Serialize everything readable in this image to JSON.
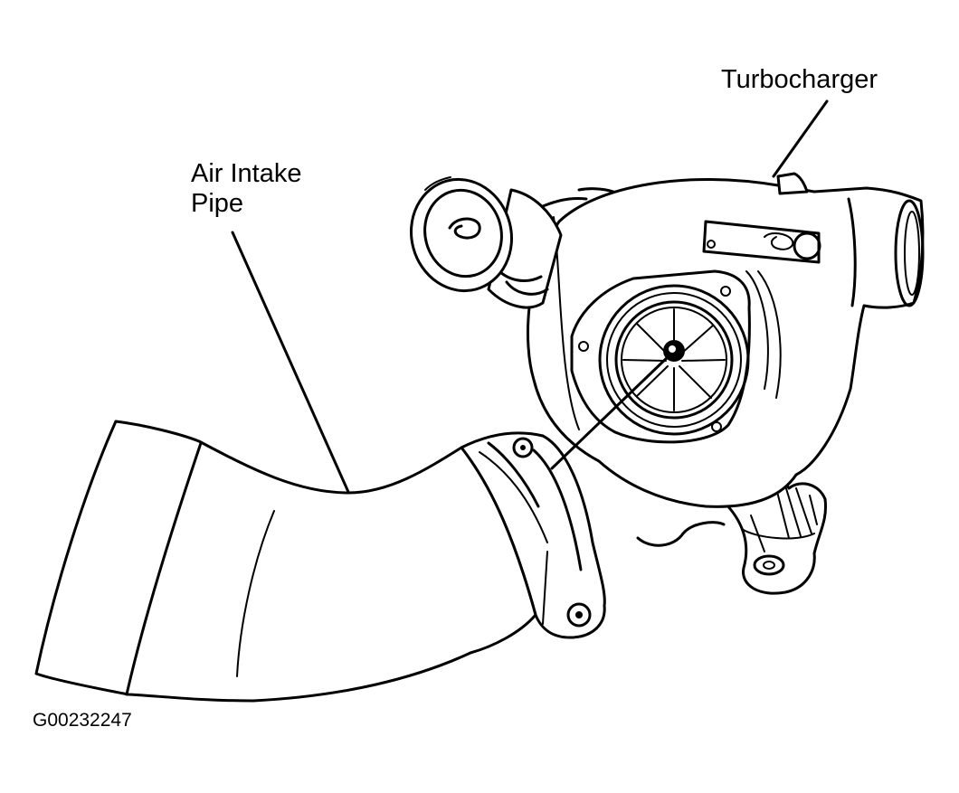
{
  "diagram": {
    "labels": {
      "turbocharger": "Turbocharger",
      "pipe_line1": "Air Intake",
      "pipe_line2": "Pipe"
    },
    "figure_id": "G00232247",
    "colors": {
      "line": "#000000",
      "background": "#ffffff"
    }
  }
}
